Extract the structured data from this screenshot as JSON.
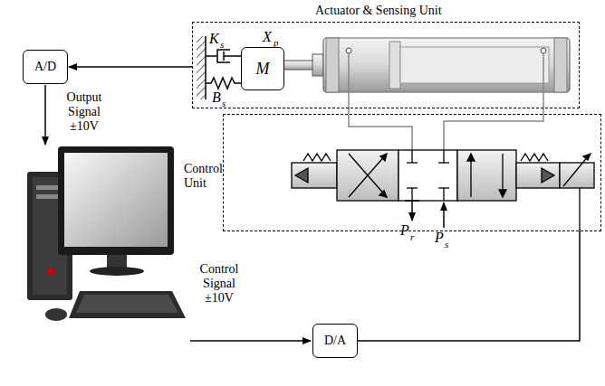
{
  "diagram": {
    "nodes": [
      {
        "text": [
          "Actuator & Sensing Unit"
        ]
      },
      {
        "text": [
          "M"
        ],
        "in": 0
      },
      {
        "text": [
          "A/D"
        ]
      },
      {
        "text": [
          "Control Unit"
        ]
      },
      {
        "text": [
          "D/A"
        ]
      }
    ],
    "edges": [
      {
        "from": 0,
        "to": 2,
        "arrow": "to"
      },
      {
        "from": 4,
        "to": 3,
        "arrow": "none"
      }
    ],
    "labels": [
      "Output Signal ±10V",
      "K",
      "s",
      "X",
      "p",
      "B",
      "s",
      "P",
      "r",
      "P",
      "s",
      "Control Signal ±10V"
    ]
  }
}
